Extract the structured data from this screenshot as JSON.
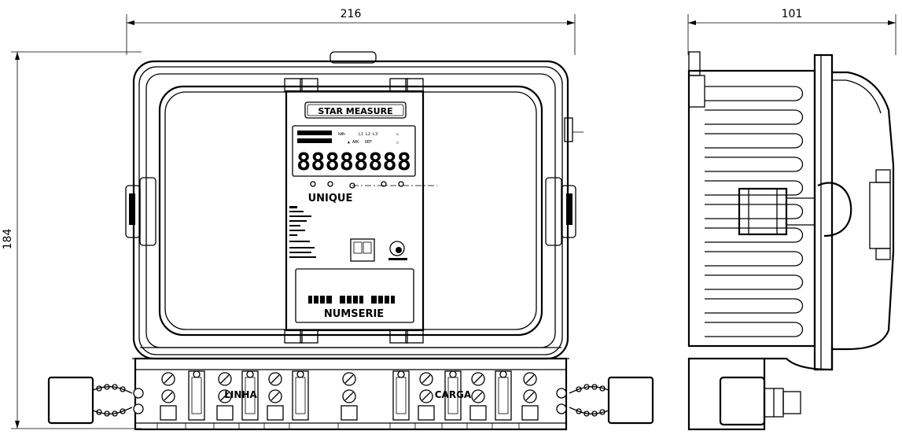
{
  "dimensions": {
    "front_width": "216",
    "side_width": "101",
    "height": "184"
  },
  "labels": {
    "brand": "STAR MEASURE",
    "model": "UNIQUE",
    "display_digits": "88888888",
    "serial": "NUMSERIE",
    "terminal_left": "LINHA",
    "terminal_right": "CARGA"
  }
}
